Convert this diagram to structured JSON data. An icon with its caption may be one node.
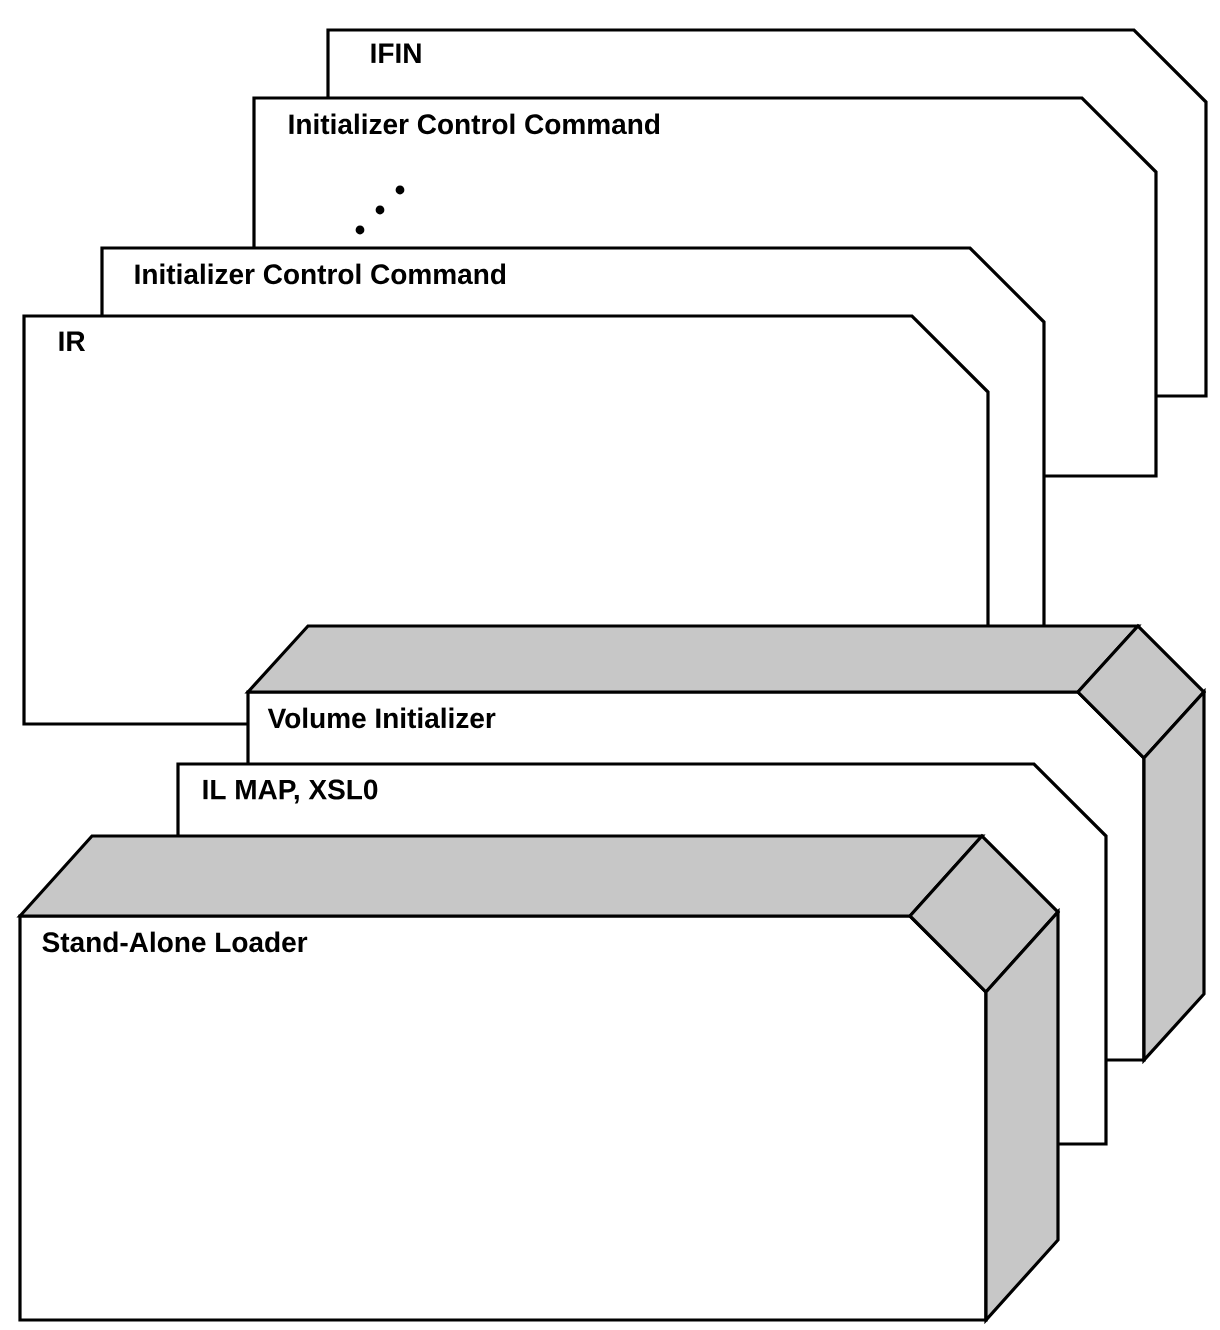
{
  "diagram": {
    "nodes": [
      {
        "text": [
          "IFIN"
        ]
      },
      {
        "text": [
          "Initializer Control Command"
        ]
      },
      {
        "text": [
          "Initializer Control Command"
        ]
      },
      {
        "text": [
          "IR"
        ]
      },
      {
        "text": [
          "Volume Initializer"
        ]
      },
      {
        "text": [
          "IL MAP, XSL0"
        ]
      },
      {
        "text": [
          "Stand-Alone Loader"
        ]
      }
    ]
  }
}
